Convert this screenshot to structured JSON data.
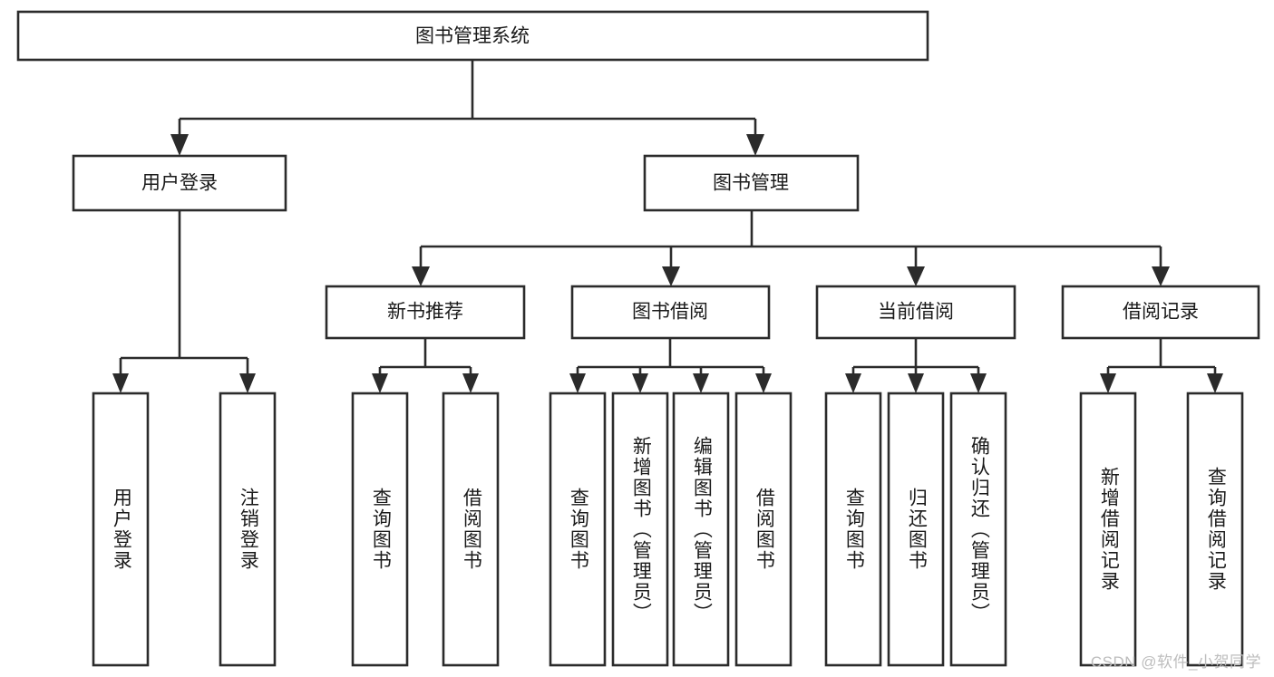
{
  "diagram": {
    "type": "tree",
    "title": "图书管理系统",
    "root": {
      "id": "root",
      "label": "图书管理系统",
      "orientation": "horizontal"
    },
    "level2": [
      {
        "id": "user-login",
        "label": "用户登录",
        "orientation": "horizontal"
      },
      {
        "id": "book-manage",
        "label": "图书管理",
        "orientation": "horizontal"
      }
    ],
    "level3": [
      {
        "id": "new-book-recommend",
        "label": "新书推荐",
        "parent": "book-manage",
        "orientation": "horizontal"
      },
      {
        "id": "book-borrow",
        "label": "图书借阅",
        "parent": "book-manage",
        "orientation": "horizontal"
      },
      {
        "id": "current-borrow",
        "label": "当前借阅",
        "parent": "book-manage",
        "orientation": "horizontal"
      },
      {
        "id": "borrow-record",
        "label": "借阅记录",
        "parent": "book-manage",
        "orientation": "horizontal"
      }
    ],
    "leaves": [
      {
        "id": "leaf-user-login",
        "label": "用户登录",
        "parent": "user-login",
        "orientation": "vertical"
      },
      {
        "id": "leaf-logout",
        "label": "注销登录",
        "parent": "user-login",
        "orientation": "vertical"
      },
      {
        "id": "leaf-query-book-1",
        "label": "查询图书",
        "parent": "new-book-recommend",
        "orientation": "vertical"
      },
      {
        "id": "leaf-borrow-book-1",
        "label": "借阅图书",
        "parent": "new-book-recommend",
        "orientation": "vertical"
      },
      {
        "id": "leaf-query-book-2",
        "label": "查询图书",
        "parent": "book-borrow",
        "orientation": "vertical"
      },
      {
        "id": "leaf-add-book",
        "label": "新增图书（管理员）",
        "parent": "book-borrow",
        "orientation": "vertical"
      },
      {
        "id": "leaf-edit-book",
        "label": "编辑图书（管理员）",
        "parent": "book-borrow",
        "orientation": "vertical"
      },
      {
        "id": "leaf-borrow-book-2",
        "label": "借阅图书",
        "parent": "book-borrow",
        "orientation": "vertical"
      },
      {
        "id": "leaf-query-book-3",
        "label": "查询图书",
        "parent": "current-borrow",
        "orientation": "vertical"
      },
      {
        "id": "leaf-return-book",
        "label": "归还图书",
        "parent": "current-borrow",
        "orientation": "vertical"
      },
      {
        "id": "leaf-confirm-return",
        "label": "确认归还（管理员）",
        "parent": "current-borrow",
        "orientation": "vertical"
      },
      {
        "id": "leaf-add-record",
        "label": "新增借阅记录",
        "parent": "borrow-record",
        "orientation": "vertical"
      },
      {
        "id": "leaf-query-record",
        "label": "查询借阅记录",
        "parent": "borrow-record",
        "orientation": "vertical"
      }
    ],
    "colors": {
      "box_stroke": "#2b2b2b",
      "box_fill": "#ffffff",
      "text": "#1a1a1a",
      "connector": "#2b2b2b",
      "watermark": "#bdbdbd",
      "background": "#ffffff"
    }
  },
  "watermark": {
    "text": "CSDN @软件_小贺同学"
  }
}
